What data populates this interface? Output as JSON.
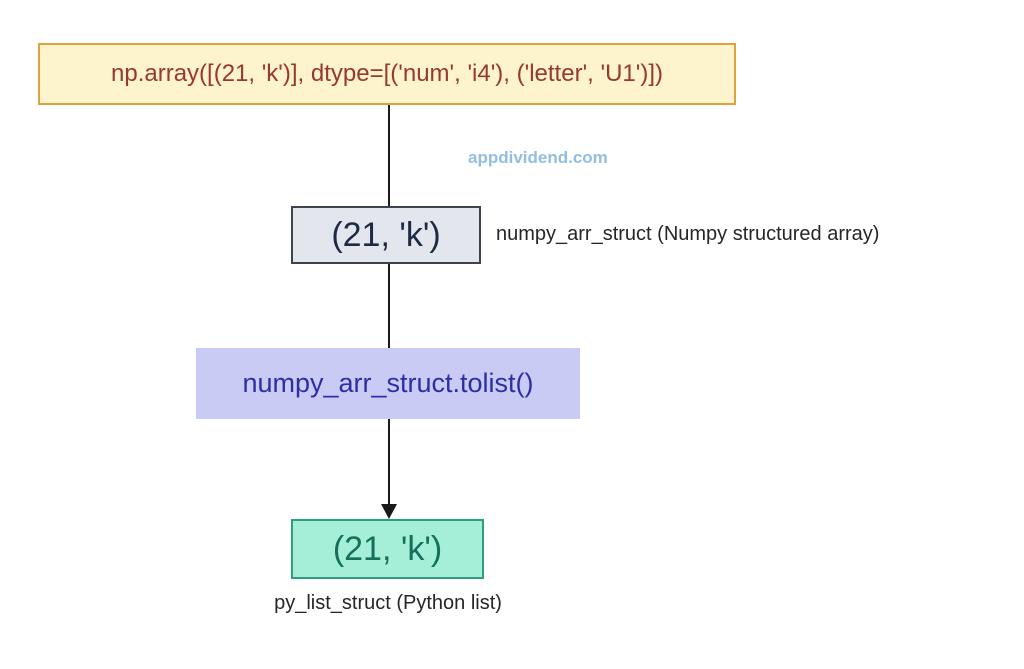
{
  "diagram": {
    "source_code_box": {
      "text": "np.array([(21, 'k')], dtype=[('num', 'i4'), ('letter', 'U1')])"
    },
    "watermark": "appdividend.com",
    "numpy_array_box": {
      "text": "(21, 'k')"
    },
    "numpy_array_label": "numpy_arr_struct (Numpy structured array)",
    "method_box": {
      "text": "numpy_arr_struct.tolist()"
    },
    "python_list_box": {
      "text": "(21, 'k')"
    },
    "python_list_label": "py_list_struct (Python list)",
    "colors": {
      "source_box_bg": "#fdf3cd",
      "source_box_border": "#dda43e",
      "source_box_text": "#99392b",
      "numpy_box_bg": "#e3e7ed",
      "numpy_box_border": "#3d4351",
      "numpy_box_text": "#1e2a44",
      "method_box_bg": "#c9cbf5",
      "method_box_text": "#2d2da6",
      "list_box_bg": "#a5eed7",
      "list_box_border": "#2f9e80",
      "list_box_text": "#14705b",
      "watermark_text": "#93bee3",
      "label_text": "#262626",
      "connector_line": "#1a1a1a"
    }
  }
}
